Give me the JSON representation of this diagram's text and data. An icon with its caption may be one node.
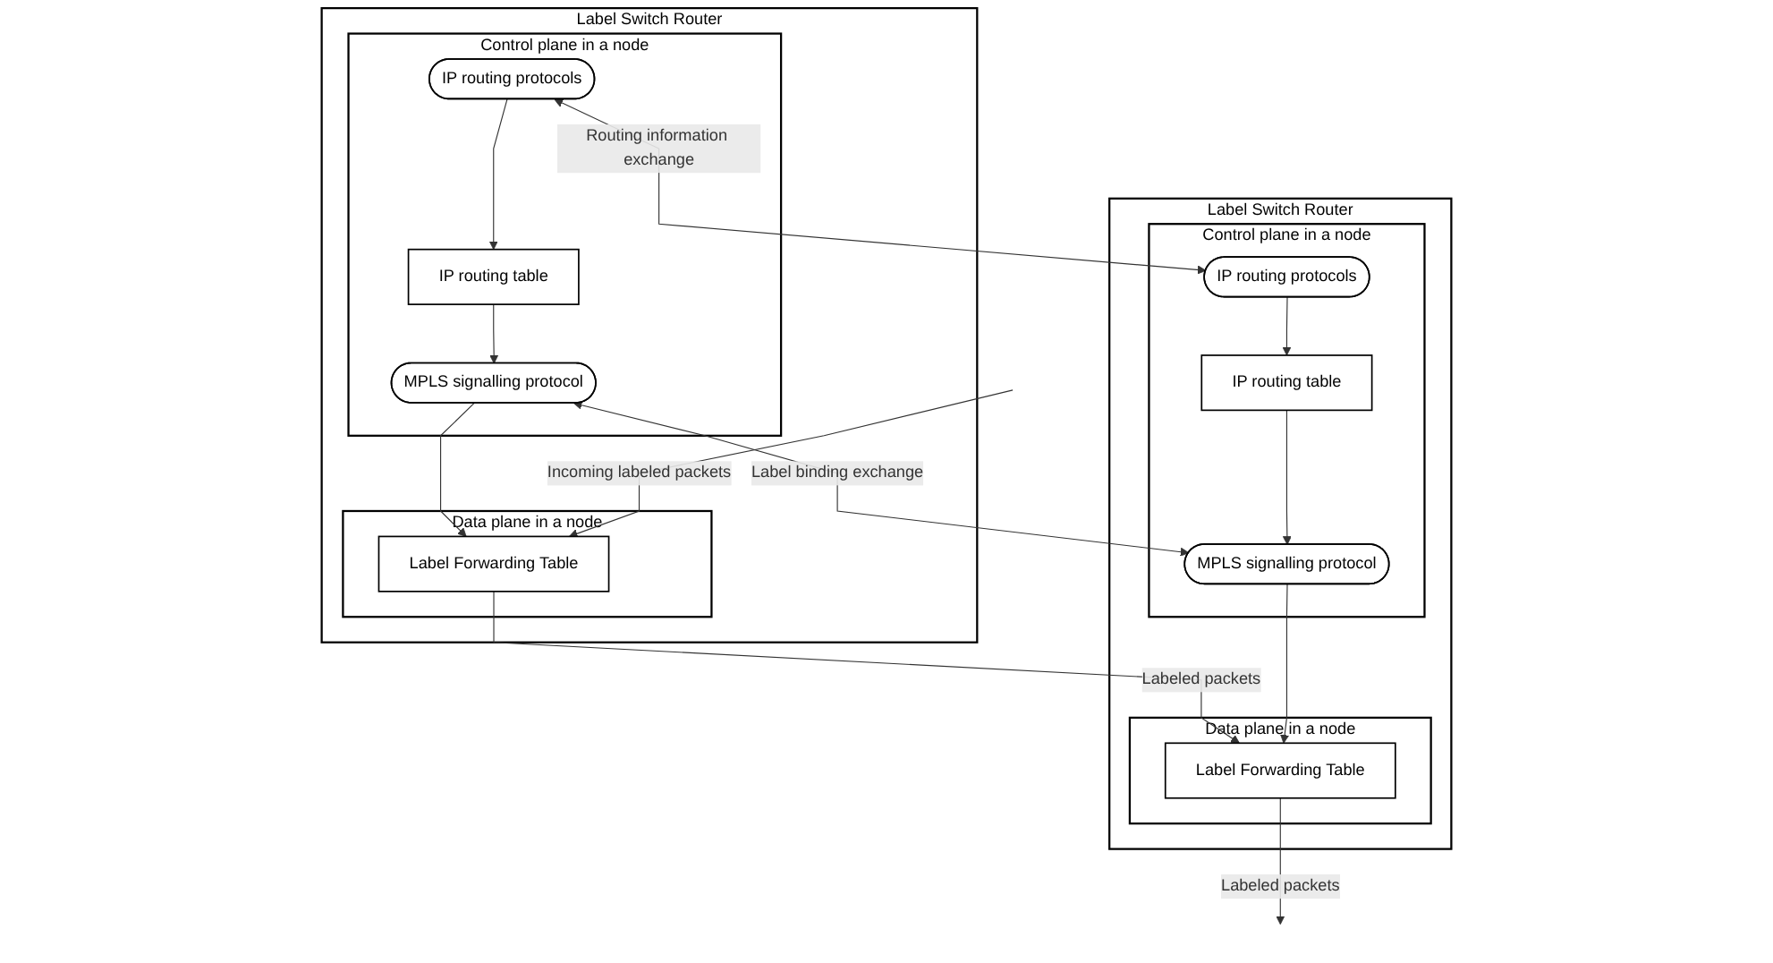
{
  "diagram": {
    "nodes": [
      {
        "text": [
          "Label Switch Router"
        ]
      },
      {
        "text": [
          "Control plane in a node"
        ],
        "in": 0
      },
      {
        "text": [
          "IP routing protocols"
        ],
        "in": 1
      },
      {
        "text": [
          "IP routing table"
        ],
        "in": 1
      },
      {
        "text": [
          "MPLS signalling protocol"
        ],
        "in": 1
      },
      {
        "text": [
          "Data plane in a node"
        ],
        "in": 0
      },
      {
        "text": [
          "Label Forwarding Table"
        ],
        "in": 5
      },
      {
        "text": [
          "Label Switch Router"
        ]
      },
      {
        "text": [
          "Control plane in a node"
        ],
        "in": 7
      },
      {
        "text": [
          "IP routing protocols"
        ],
        "in": 8
      },
      {
        "text": [
          "IP routing table"
        ],
        "in": 8
      },
      {
        "text": [
          "MPLS signalling protocol"
        ],
        "in": 8
      },
      {
        "text": [
          "Data plane in a node"
        ],
        "in": 7
      },
      {
        "text": [
          "Label Forwarding Table"
        ],
        "in": 12
      }
    ],
    "edges": [
      {
        "from": 2,
        "to": 3,
        "arrow": "to"
      },
      {
        "from": 3,
        "to": 4,
        "arrow": "to"
      },
      {
        "from": 4,
        "to": 6,
        "arrow": "to"
      },
      {
        "from": 2,
        "to": 9,
        "arrow": "both",
        "label": "Routing information exchange"
      },
      {
        "from": 4,
        "to": 11,
        "arrow": "both",
        "label": "Label binding exchange"
      },
      {
        "from": null,
        "to": 6,
        "arrow": "to",
        "label": "Incoming labeled packets"
      },
      {
        "from": 6,
        "to": 13,
        "arrow": "to",
        "label": "Labeled packets"
      },
      {
        "from": 9,
        "to": 10,
        "arrow": "to"
      },
      {
        "from": 10,
        "to": 11,
        "arrow": "to"
      },
      {
        "from": 11,
        "to": 13,
        "arrow": "to"
      },
      {
        "from": 13,
        "to": null,
        "arrow": "to",
        "label": "Labeled packets"
      }
    ]
  }
}
